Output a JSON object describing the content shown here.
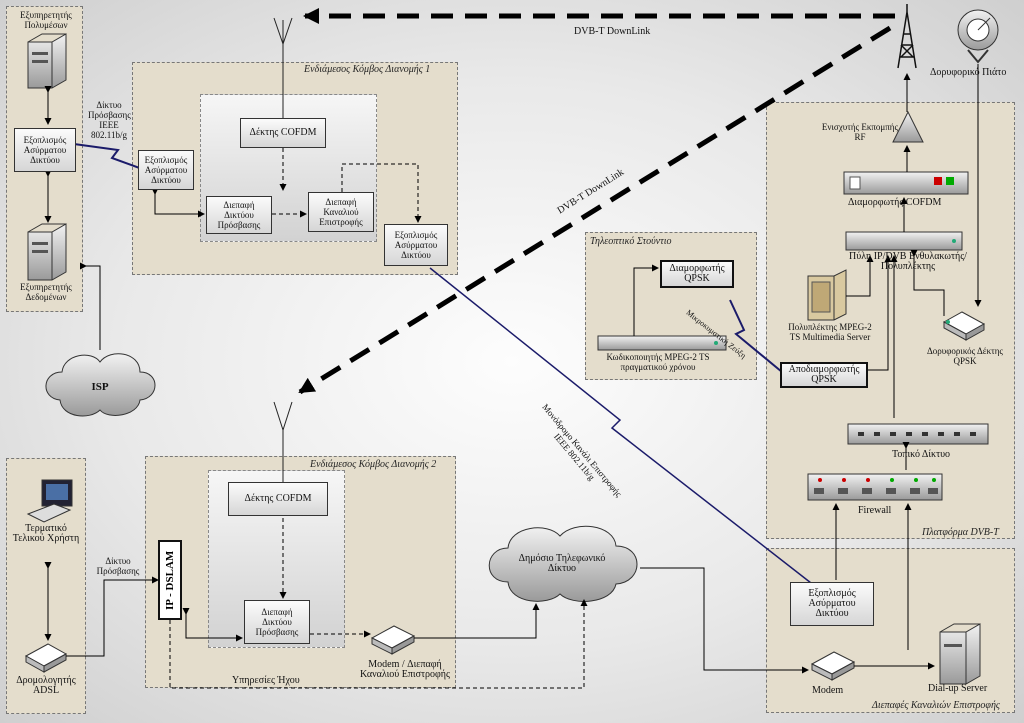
{
  "links": {
    "dvbt_top": "DVB-T DownLink",
    "dvbt_diag": "DVB-T DownLink",
    "wireless_return": "Μονόδρομο Κανάλι Επιστροφής",
    "wireless_std": "IEEE 802.11b/g",
    "micro_link": "Μικροκυματική Ζεύξη",
    "access_net_top": "Δίκτυο Πρόσβασης IEEE 802.11b/g",
    "access_net_bottom": "Δίκτυο Πρόσβασης"
  },
  "left_top": {
    "media_server": "Εξυπηρετητής Πολυμέσων",
    "wireless_eq": "Εξοπλισμός Ασύρματου Δικτύου",
    "data_server": "Εξυπηρετητής Δεδομένων"
  },
  "isp": "ISP",
  "node1": {
    "title": "Ενδιάμεσος Κόμβος Διανομής 1",
    "receiver": "Δέκτης COFDM",
    "wireless_left": "Εξοπλισμός Ασύρματου Δικτύου",
    "access_if": "Διεπαφή Δικτύου Πρόσβασης",
    "return_if": "Διεπαφή Καναλιού Επιστροφής",
    "wireless_right": "Εξοπλισμός Ασύρματου Δικτύου"
  },
  "studio": {
    "title": "Τηλεοπτικό Στούντιο",
    "modulator": "Διαμορφωτής QPSK",
    "encoder": "Κωδικοποιητής MPEG-2 TS πραγματικού χρόνου"
  },
  "platform": {
    "title": "Πλατφόρμα DVB-T",
    "dish": "Δορυφορικό Πιάτο",
    "amplifier": "Ενισχυτής Εκπομπής RF",
    "cofdm_mod": "Διαμορφωτής COFDM",
    "gateway": "Πύλη IP/DVB Ενθυλακωτής/Πολυπλέκτης",
    "mux": "Πολυπλέκτης MPEG-2 TS Multimedia Server",
    "sat_receiver": "Δορυφορικός Δέκτης QPSK",
    "demodulator": "Αποδιαμορφωτής QPSK",
    "lan": "Τοπικό Δίκτυο",
    "firewall": "Firewall"
  },
  "node2": {
    "title": "Ενδιάμεσος Κόμβος Διανομής 2",
    "receiver": "Δέκτης COFDM",
    "dslam": "IP - DSLAM",
    "access_if": "Διεπαφή Δικτύου Πρόσβασης",
    "voice": "Υπηρεσίες Ήχου",
    "modem_if": "Modem / Διεπαφή Καναλιού Επιστροφής"
  },
  "adsl": {
    "terminal": "Τερματικό Τελικού Χρήστη",
    "router": "Δρομολογητής ADSL"
  },
  "pstn": "Δημόσιο Τηλεφωνικό Δίκτυο",
  "return_ifaces": {
    "title": "Διεπαφές Καναλιών Επιστροφής",
    "wireless_eq": "Εξοπλισμός Ασύρματου Δικτύου",
    "modem": "Modem",
    "dialup": "Dial-up Server"
  }
}
